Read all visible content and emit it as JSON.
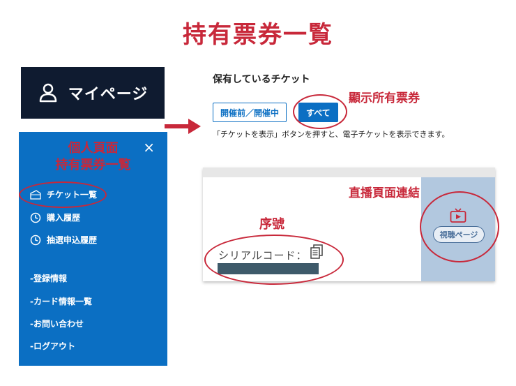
{
  "title": "持有票券一覧",
  "mypage": {
    "label": "マイページ"
  },
  "menu": {
    "annotation_line1": "個人頁面",
    "annotation_line2": "持有票券一覧",
    "close": "×",
    "items": [
      {
        "label": "チケット一覧",
        "icon": "ticket-icon"
      },
      {
        "label": "購入履歴",
        "icon": "clock-icon"
      },
      {
        "label": "抽選申込履歴",
        "icon": "clock-icon"
      }
    ],
    "links": [
      {
        "label": "-登録情報"
      },
      {
        "label": "-カード情報一覧"
      },
      {
        "label": "-お問い合わせ"
      },
      {
        "label": "-ログアウト"
      }
    ]
  },
  "tickets": {
    "section_title": "保有しているチケット",
    "tabs": [
      {
        "label": "開催前／開催中"
      },
      {
        "label": "すべて"
      }
    ],
    "help_text": "「チケットを表示」ボタンを押すと、電子チケットを表示できます。",
    "serial_label": "シリアルコード：",
    "watch_button": "視聴ページ"
  },
  "annotations": {
    "show_all": "顯示所有票券",
    "live_link": "直播頁面連結",
    "serial": "序號"
  },
  "colors": {
    "accent_red": "#c8283a",
    "menu_blue": "#0b6fc3",
    "header_navy": "#0f1b30"
  }
}
